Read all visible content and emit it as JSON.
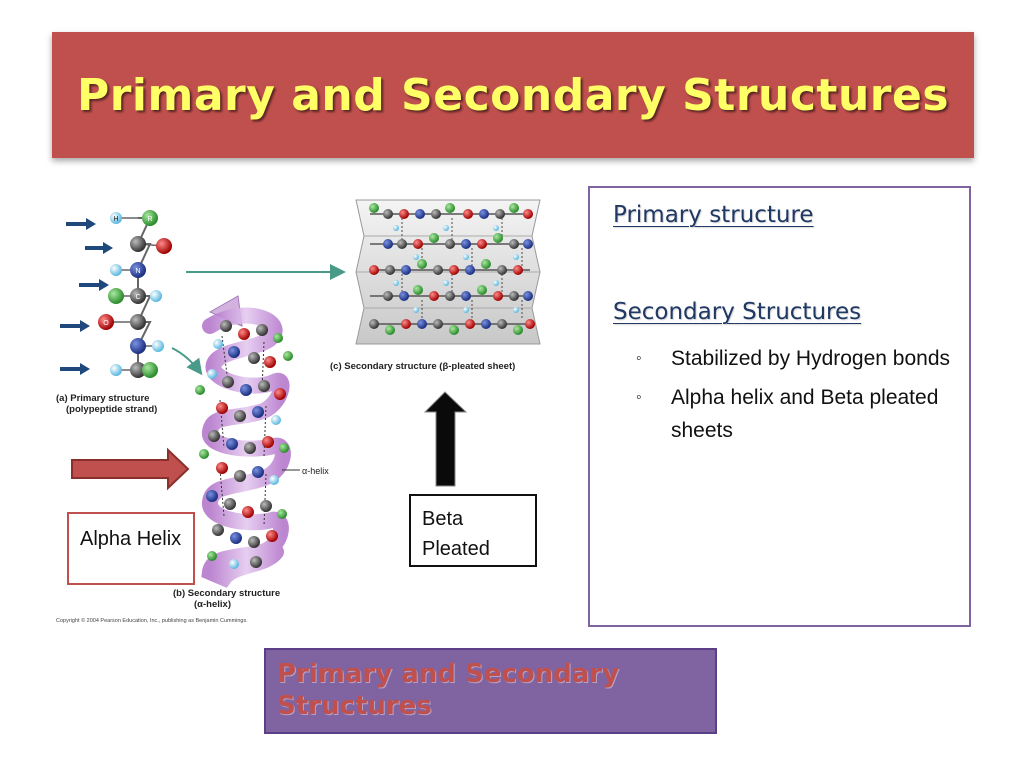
{
  "slide": {
    "title": "Primary and Secondary Structures"
  },
  "figure": {
    "label_a_line1": "(a) Primary structure",
    "label_a_line2": "(polypeptide strand)",
    "label_b_line1": "(b) Secondary structure",
    "label_b_line2": "(α-helix)",
    "label_c": "(c) Secondary structure (β-pleated sheet)",
    "alpha_helix_label": "α-helix",
    "copyright": "Copyright © 2004 Pearson Education, Inc., publishing as Benjamin Cummings.",
    "atom_h": "H",
    "atom_r": "R",
    "atom_n": "N",
    "atom_c": "C",
    "atom_o": "O",
    "colors": {
      "carbon": "#555555",
      "nitrogen": "#2b45a8",
      "oxygen": "#d01818",
      "hydrogen": "#6ec6e8",
      "r_group": "#3fae3f",
      "helix_ribbon": "#c9a0d8",
      "arrow_blue": "#1f497d",
      "arrow_red": "#c0504d"
    }
  },
  "text_panel": {
    "primary_word1": "Primary",
    "primary_word2": "structure",
    "secondary_word1": "Secondary",
    "secondary_word2": "Structures",
    "bullet_mark": "◦",
    "bullets": [
      "Stabilized by Hydrogen bonds",
      "Alpha helix and Beta pleated sheets"
    ]
  },
  "captions": {
    "alpha": "Alpha Helix",
    "beta": "Beta Pleated"
  },
  "footer": {
    "text": "Primary and Secondary Structures"
  },
  "theme": {
    "title_bg": "#c0504d",
    "title_text": "#ffff66",
    "panel_border": "#8064a2",
    "footer_bg": "#8064a2",
    "footer_text": "#c0504d"
  }
}
